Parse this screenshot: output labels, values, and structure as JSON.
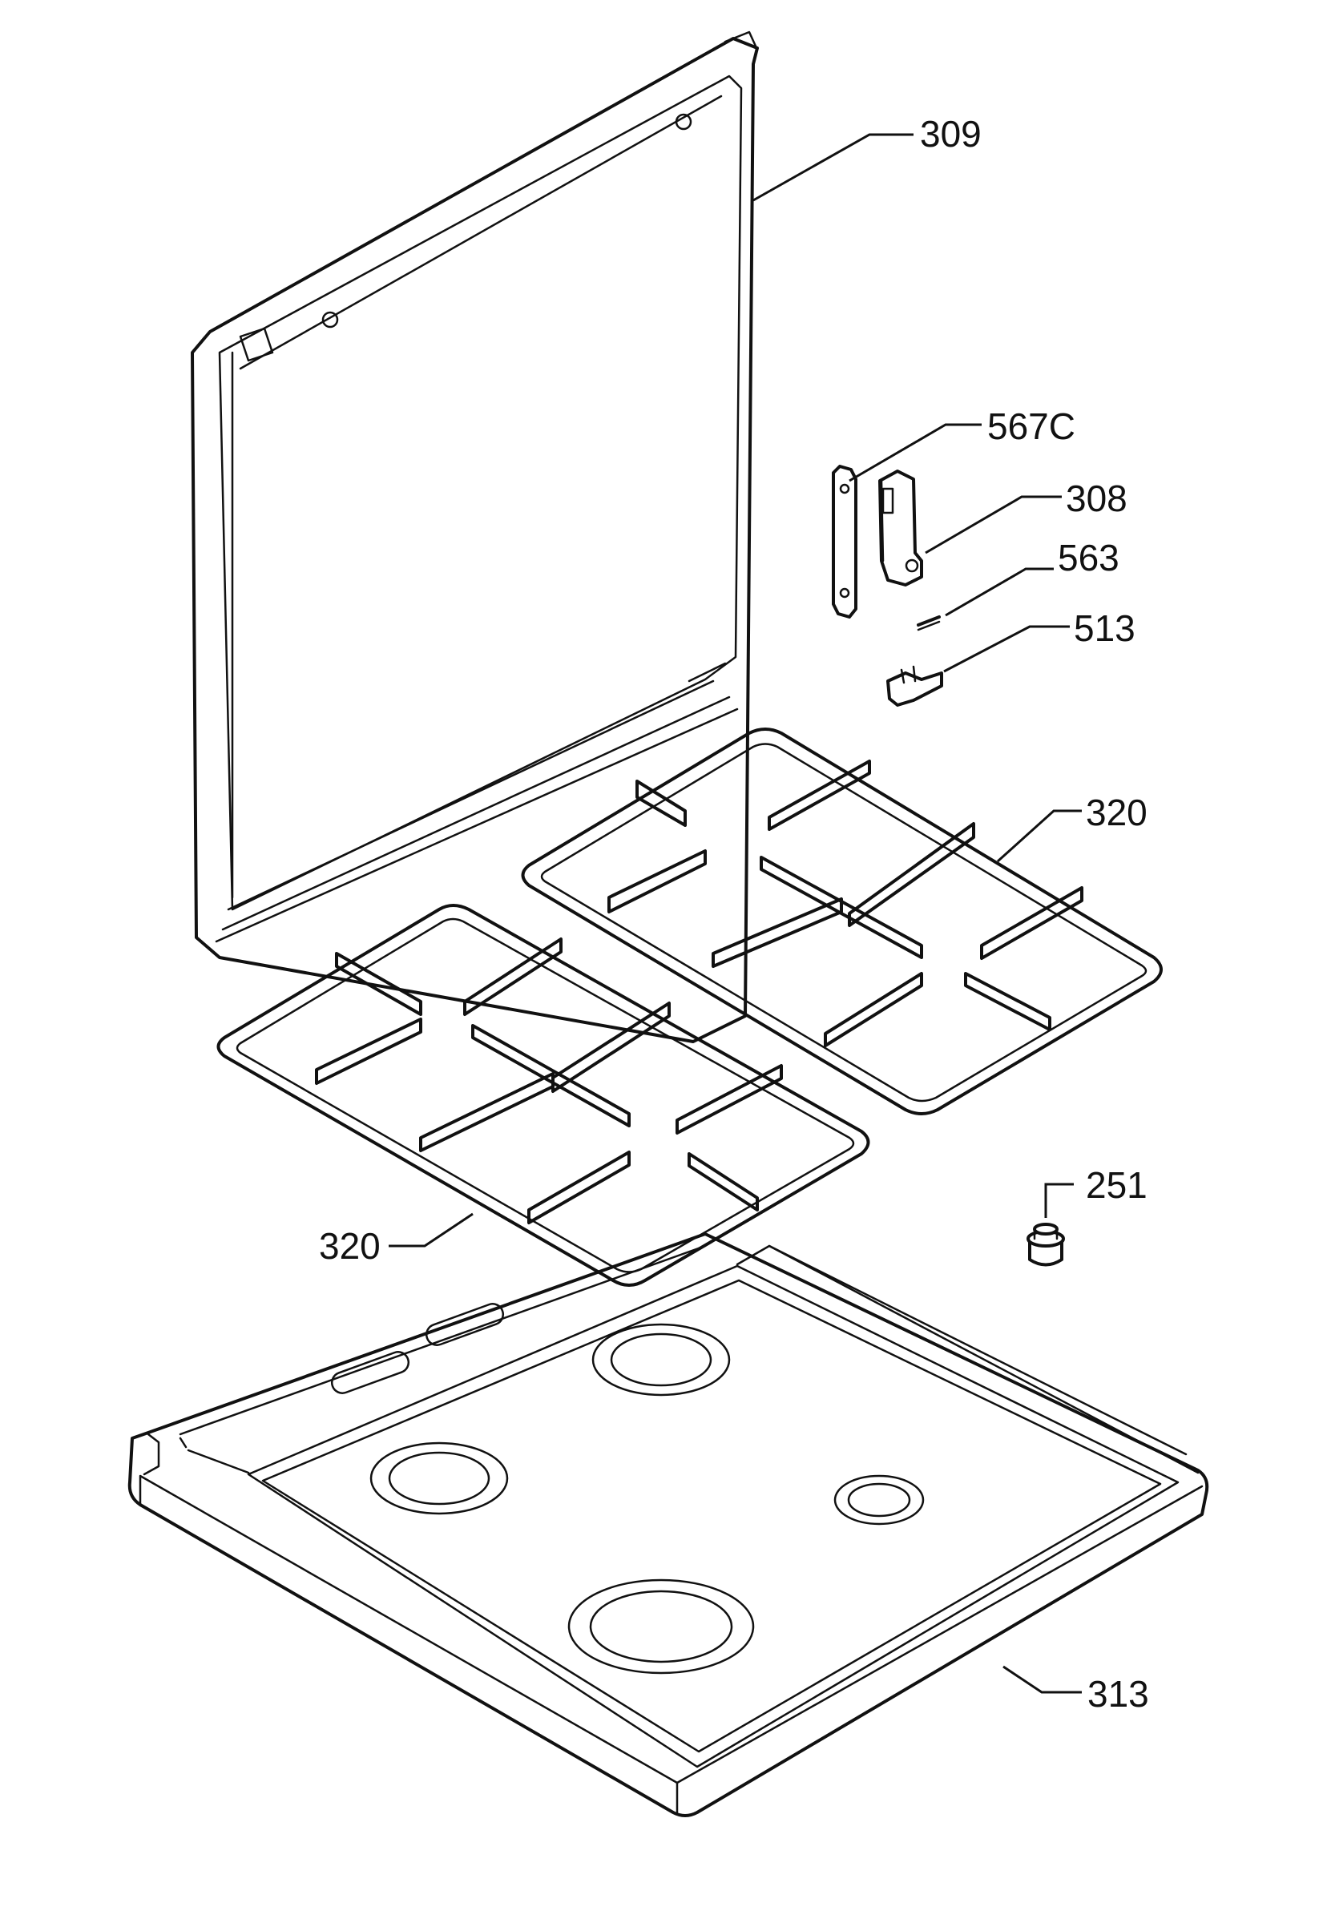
{
  "callouts": {
    "c309": "309",
    "c567c": "567C",
    "c308": "308",
    "c563": "563",
    "c513": "513",
    "c320_right": "320",
    "c251": "251",
    "c320_left": "320",
    "c313": "313"
  },
  "colors": {
    "line": "#111111",
    "background": "#ffffff"
  }
}
